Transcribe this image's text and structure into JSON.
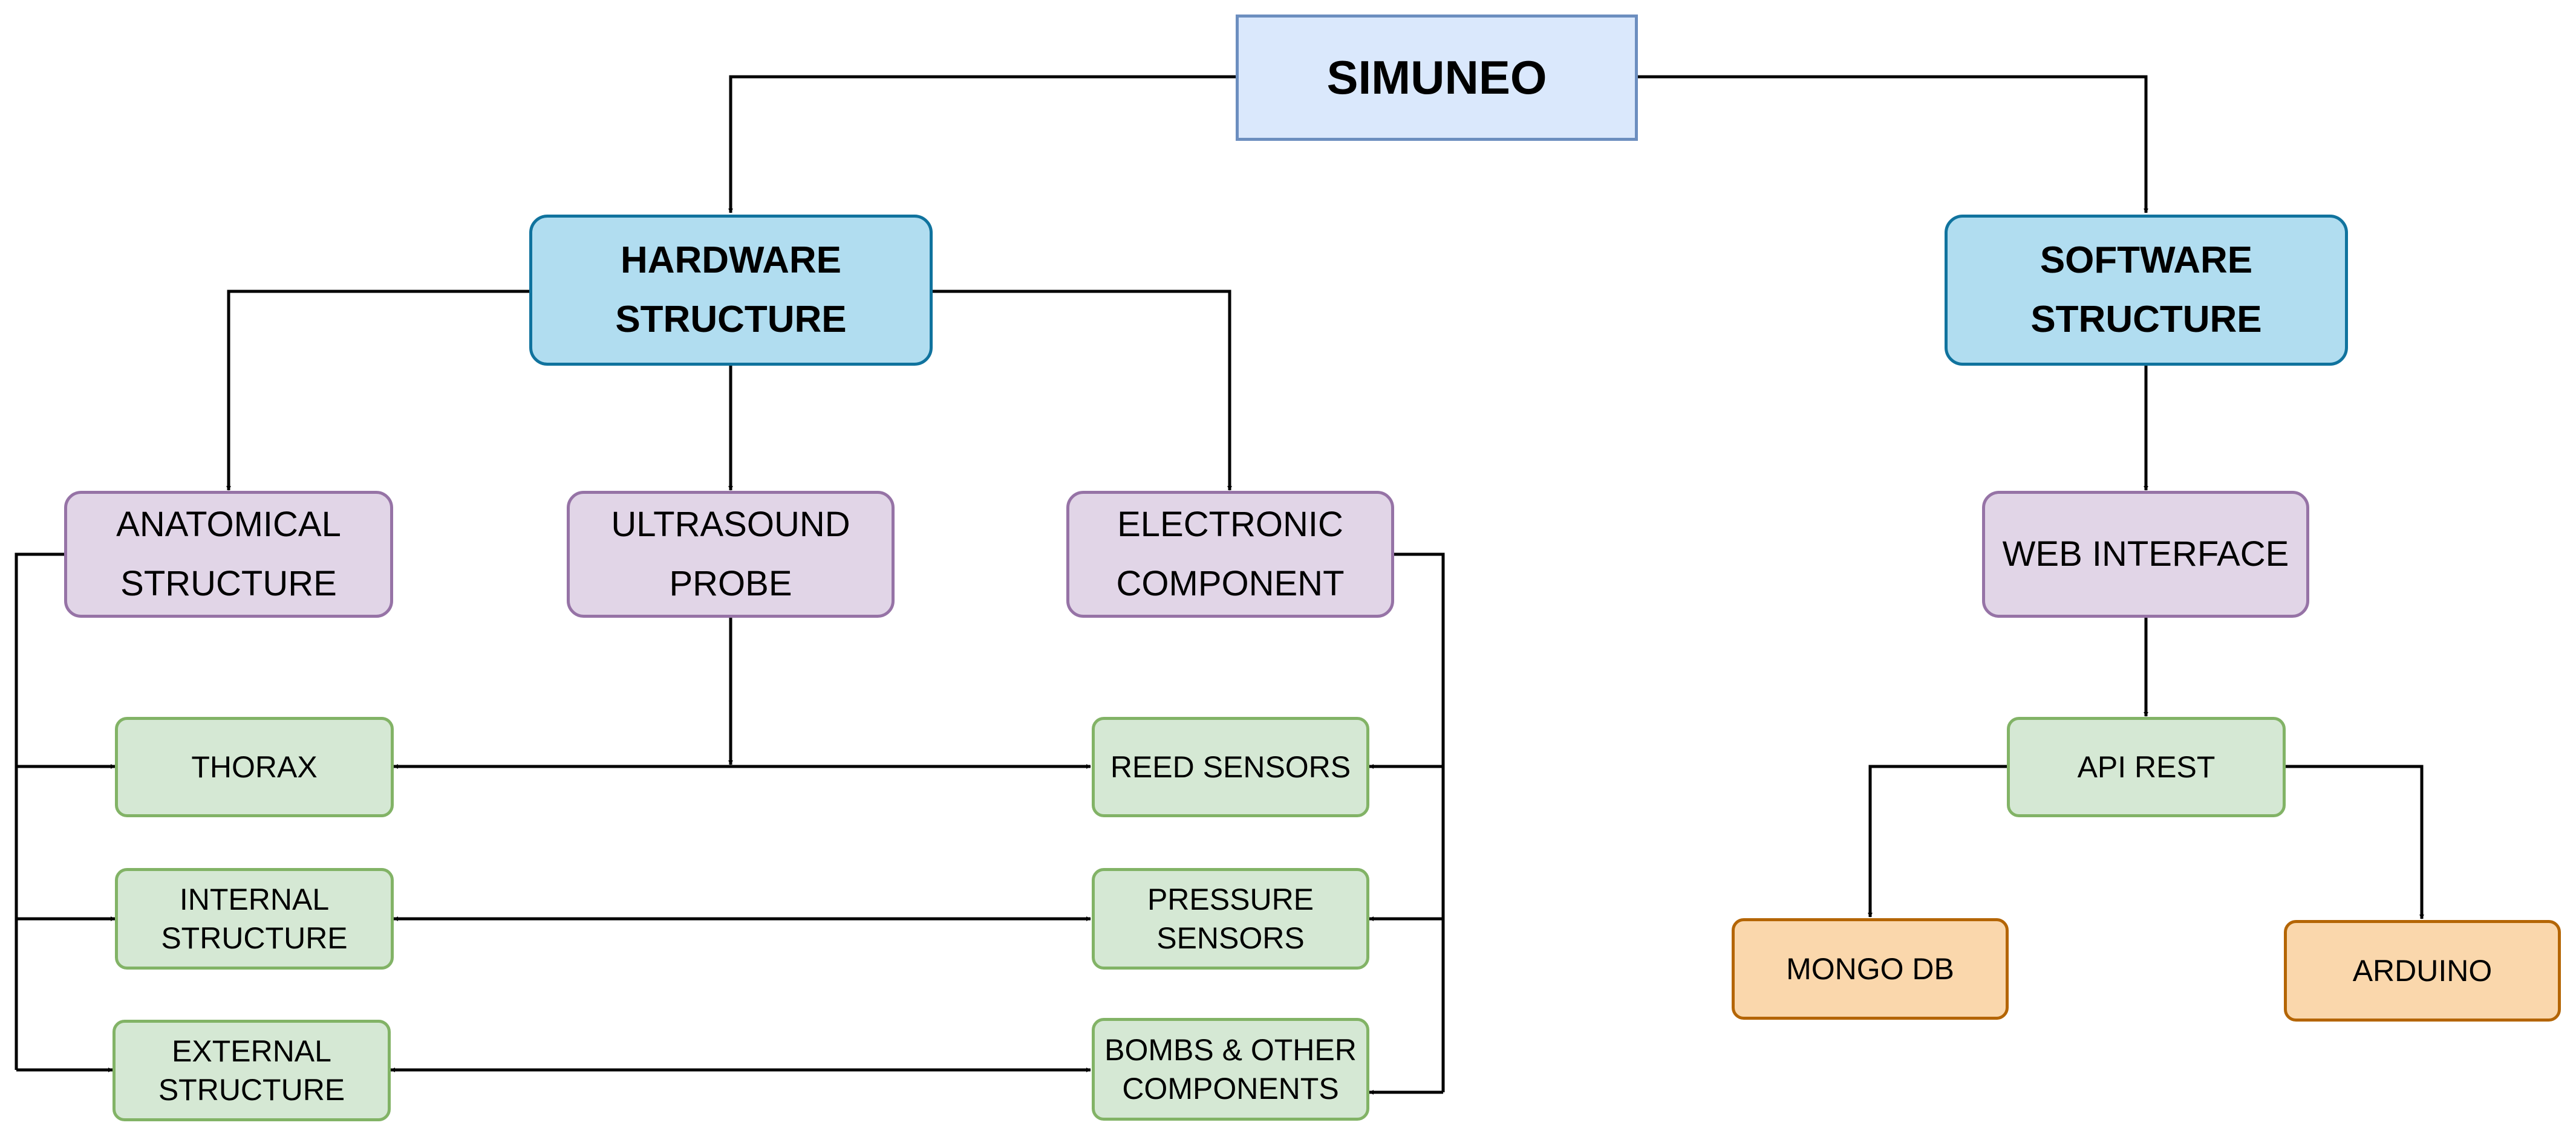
{
  "root": "SIMUNEO",
  "hardware": "HARDWARE\nSTRUCTURE",
  "software": "SOFTWARE\nSTRUCTURE",
  "anatomical": "ANATOMICAL\nSTRUCTURE",
  "ultrasound": "ULTRASOUND\nPROBE",
  "electronic": "ELECTRONIC\nCOMPONENT",
  "web": "WEB INTERFACE",
  "thorax": "THORAX",
  "internal": "INTERNAL\nSTRUCTURE",
  "external": "EXTERNAL\nSTRUCTURE",
  "reed": "REED SENSORS",
  "pressure": "PRESSURE\nSENSORS",
  "bombs": "BOMBS & OTHER\nCOMPONENTS",
  "api": "API REST",
  "mongo": "MONGO DB",
  "arduino": "ARDUINO",
  "colors": {
    "root_fill": "#dae8fc",
    "root_stroke": "#6c8ebf",
    "blue_fill": "#b1ddf0",
    "blue_stroke": "#10739e",
    "purple_fill": "#e1d5e7",
    "purple_stroke": "#9673a6",
    "green_fill": "#d5e8d4",
    "green_stroke": "#82b366",
    "orange_fill": "#fad7ac",
    "orange_stroke": "#b46504"
  }
}
